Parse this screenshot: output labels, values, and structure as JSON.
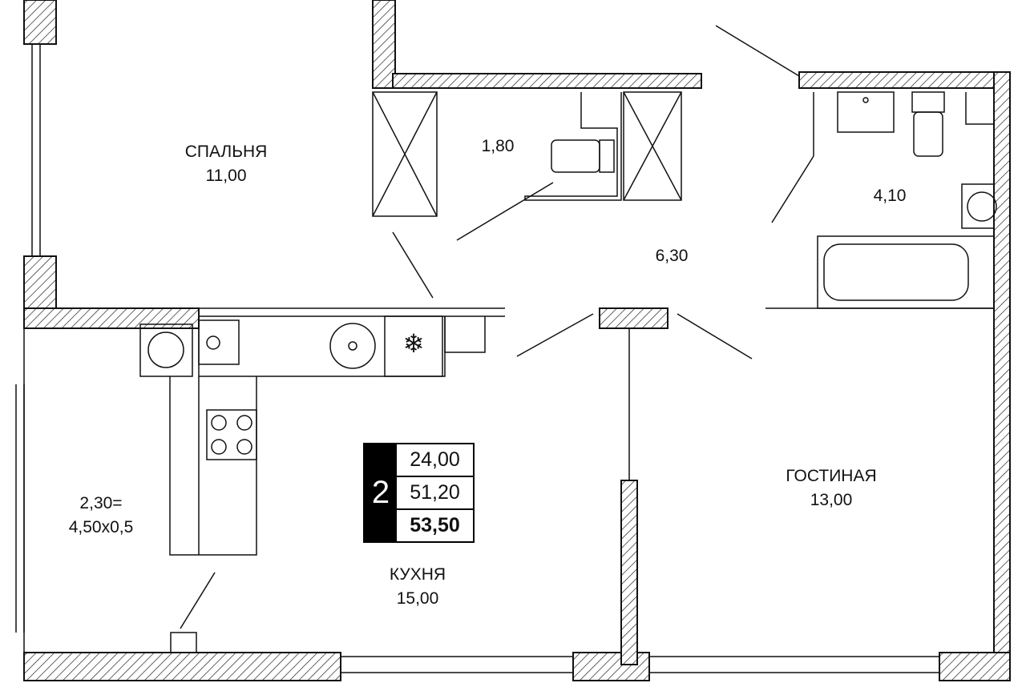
{
  "rooms": {
    "bedroom": {
      "name": "СПАЛЬНЯ",
      "area": "11,00"
    },
    "wc": {
      "area": "1,80"
    },
    "hall": {
      "area": "6,30"
    },
    "bathroom": {
      "area": "4,10"
    },
    "living": {
      "name": "ГОСТИНАЯ",
      "area": "13,00"
    },
    "kitchen": {
      "name": "КУХНЯ",
      "area": "15,00"
    },
    "balcony": {
      "line1": "2,30=",
      "line2": "4,50х0,5"
    }
  },
  "summary": {
    "room_count": "2",
    "living_area": "24,00",
    "area_without_balcony": "51,20",
    "total_area": "53,50"
  }
}
